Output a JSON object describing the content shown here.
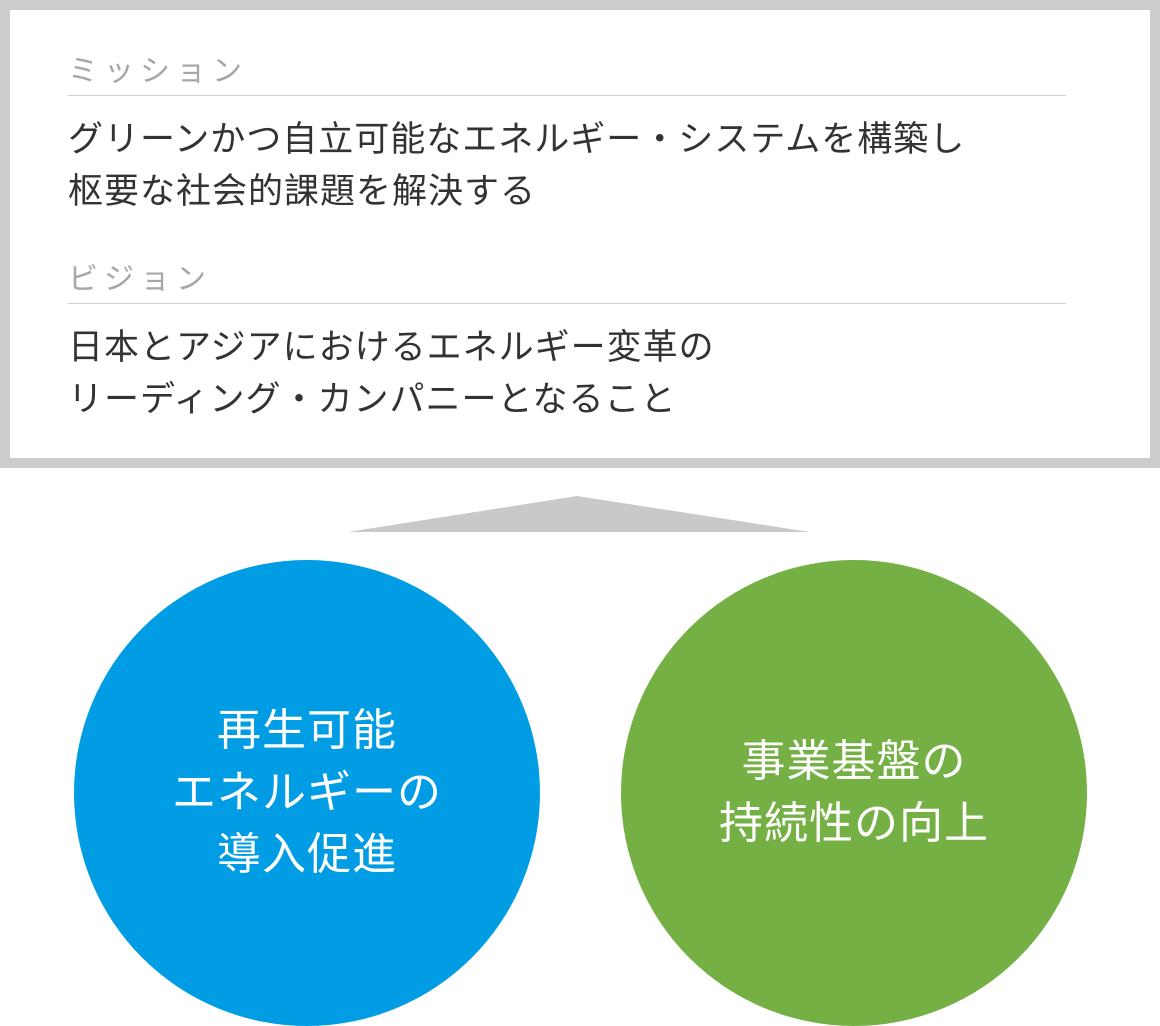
{
  "mission": {
    "label": "ミッション",
    "lines": [
      "グリーンかつ自立可能なエネルギー・システムを構築し",
      "枢要な社会的課題を解決する"
    ]
  },
  "vision": {
    "label": "ビジョン",
    "lines": [
      "日本とアジアにおけるエネルギー変革の",
      "リーディング・カンパニーとなること"
    ]
  },
  "pillars": [
    {
      "lines": [
        "再生可能",
        "エネルギーの",
        "導入促進"
      ],
      "color": "#009de5"
    },
    {
      "lines": [
        "事業基盤の",
        "持続性の向上"
      ],
      "color": "#74b043"
    }
  ],
  "colors": {
    "frame_border": "#cccccc",
    "section_label": "#a6a6a6",
    "statement_text": "#333333",
    "connector": "#c9c9c9"
  }
}
